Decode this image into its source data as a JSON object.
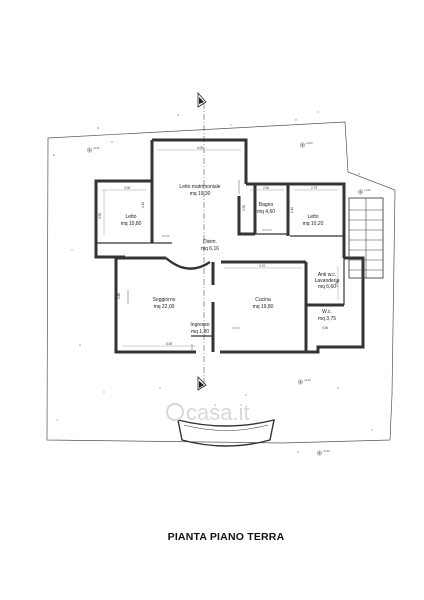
{
  "rooms": {
    "letto_matrimoniale": {
      "name": "Letto matrimoniale",
      "area": "mq 19,30"
    },
    "letto_left": {
      "name": "Letto",
      "area": "mq 10,80"
    },
    "bagno": {
      "name": "Bagno",
      "area": "mq 4,60"
    },
    "letto_right": {
      "name": "Letto",
      "area": "mq 10,20"
    },
    "disim": {
      "name": "Disim.",
      "area": "mq 6,16"
    },
    "soggiorno": {
      "name": "Soggiorno",
      "area": "mq 22,00"
    },
    "cucina": {
      "name": "Cucina",
      "area": "mq 19,80"
    },
    "antiwc": {
      "name": "Anti w.c.",
      "name2": "Lavanderia",
      "area": "mq 6,60"
    },
    "wc": {
      "name": "W.c.",
      "area": "mq 3,75"
    },
    "ingresso": {
      "name": "Ingresso",
      "area": "mq 1,80"
    }
  },
  "dimensions": {
    "d1": "4.00",
    "d2": "3.00",
    "d3": "2.00",
    "d4": "2.70",
    "d5": "3.50",
    "d6": "4.10",
    "d7": "4.70",
    "d8": "5.00",
    "d9": "2.30",
    "d10": "2.50",
    "d11": "1.40",
    "d12": "1.60",
    "d13": "0.90"
  },
  "markers": {
    "m1": "+0.40",
    "m2": "+0.60",
    "m3": "+1.00"
  },
  "watermark": "casa.it",
  "caption": "PIANTA PIANO TERRA"
}
